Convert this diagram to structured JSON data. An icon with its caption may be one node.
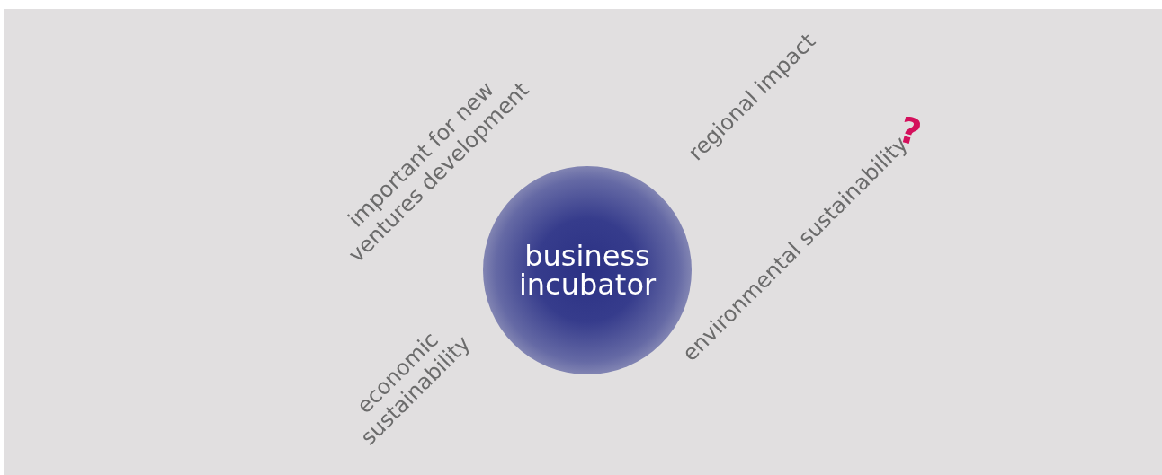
{
  "diagram": {
    "nodes": [
      {
        "text": [
          "business incubator"
        ]
      }
    ],
    "labels": [
      "important for new ventures development",
      "regional impact",
      "environmental sustainability",
      "?",
      "economic sustainability"
    ]
  }
}
